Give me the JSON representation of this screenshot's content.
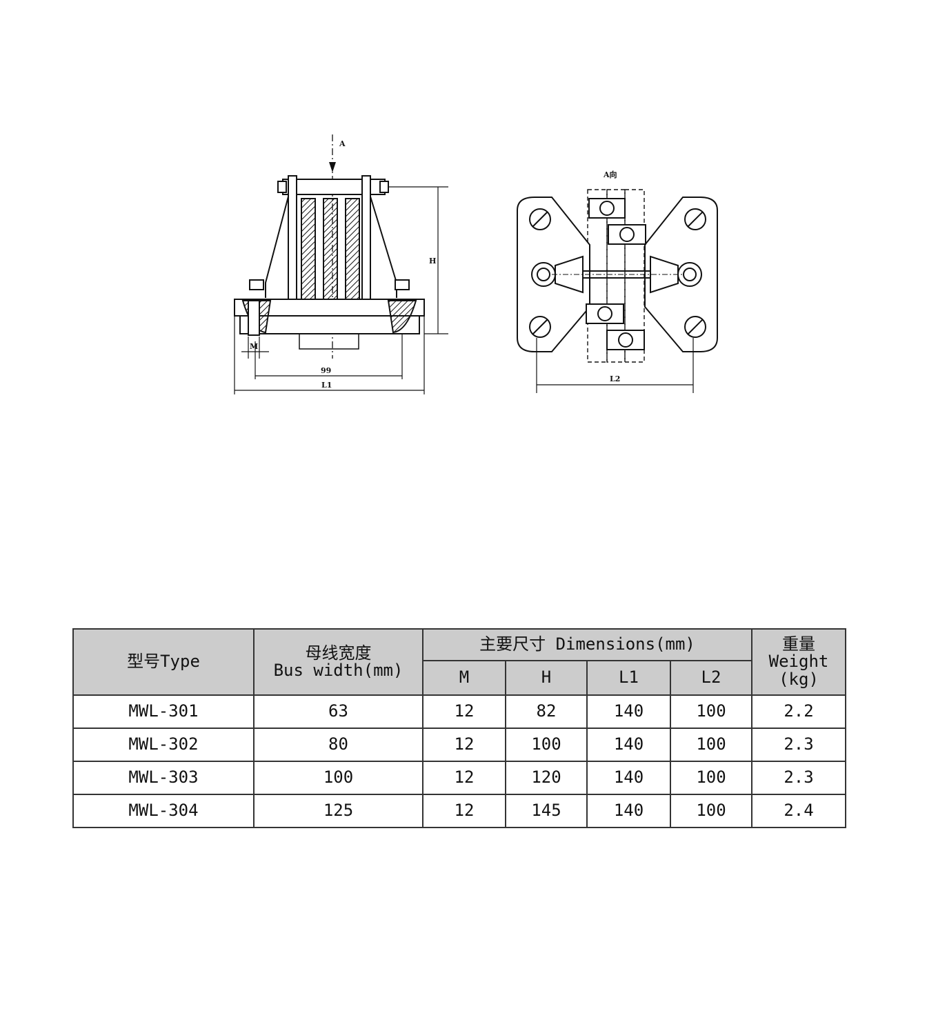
{
  "drawing": {
    "front_view": {
      "view_arrow_label": "A",
      "dim_h": "H",
      "dim_m": "M",
      "dim_inner": "99",
      "dim_l1": "L1"
    },
    "top_view": {
      "title": "A向",
      "dim_l2": "L2"
    }
  },
  "table": {
    "headers": {
      "type": "型号Type",
      "bus_width_cn": "母线宽度",
      "bus_width_en": "Bus width(mm)",
      "dimensions": "主要尺寸 Dimensions(mm)",
      "m": "M",
      "h": "H",
      "l1": "L1",
      "l2": "L2",
      "weight_cn": "重量",
      "weight_en": "Weight",
      "weight_unit": "(kg)"
    },
    "rows": [
      {
        "type": "MWL-301",
        "bus_width": "63",
        "m": "12",
        "h": "82",
        "l1": "140",
        "l2": "100",
        "weight": "2.2"
      },
      {
        "type": "MWL-302",
        "bus_width": "80",
        "m": "12",
        "h": "100",
        "l1": "140",
        "l2": "100",
        "weight": "2.3"
      },
      {
        "type": "MWL-303",
        "bus_width": "100",
        "m": "12",
        "h": "120",
        "l1": "140",
        "l2": "100",
        "weight": "2.3"
      },
      {
        "type": "MWL-304",
        "bus_width": "125",
        "m": "12",
        "h": "145",
        "l1": "140",
        "l2": "100",
        "weight": "2.4"
      }
    ]
  }
}
